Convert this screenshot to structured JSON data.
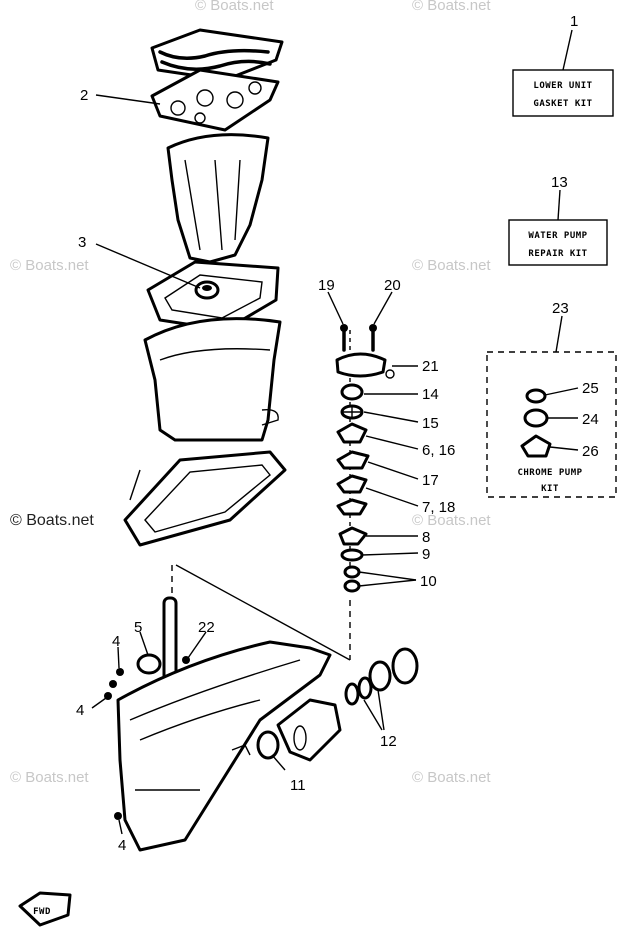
{
  "callouts": {
    "c1": "1",
    "c2": "2",
    "c3": "3",
    "c4a": "4",
    "c4b": "4",
    "c5": "5",
    "c6_16": "6, 16",
    "c7_18": "7, 18",
    "c8": "8",
    "c9": "9",
    "c10": "10",
    "c11": "11",
    "c12": "12",
    "c13": "13",
    "c14": "14",
    "c15": "15",
    "c17": "17",
    "c19": "19",
    "c20": "20",
    "c21": "21",
    "c22": "22",
    "c23": "23",
    "c24": "24",
    "c25": "25",
    "c26": "26"
  },
  "kits": {
    "lower_unit_line1": "LOWER UNIT",
    "lower_unit_line2": "GASKET KIT",
    "water_pump_line1": "WATER PUMP",
    "water_pump_line2": "REPAIR KIT",
    "chrome_pump_line1": "CHROME PUMP",
    "chrome_pump_line2": "KIT"
  },
  "fwd_label": "FWD",
  "watermark": "© Boats.net"
}
